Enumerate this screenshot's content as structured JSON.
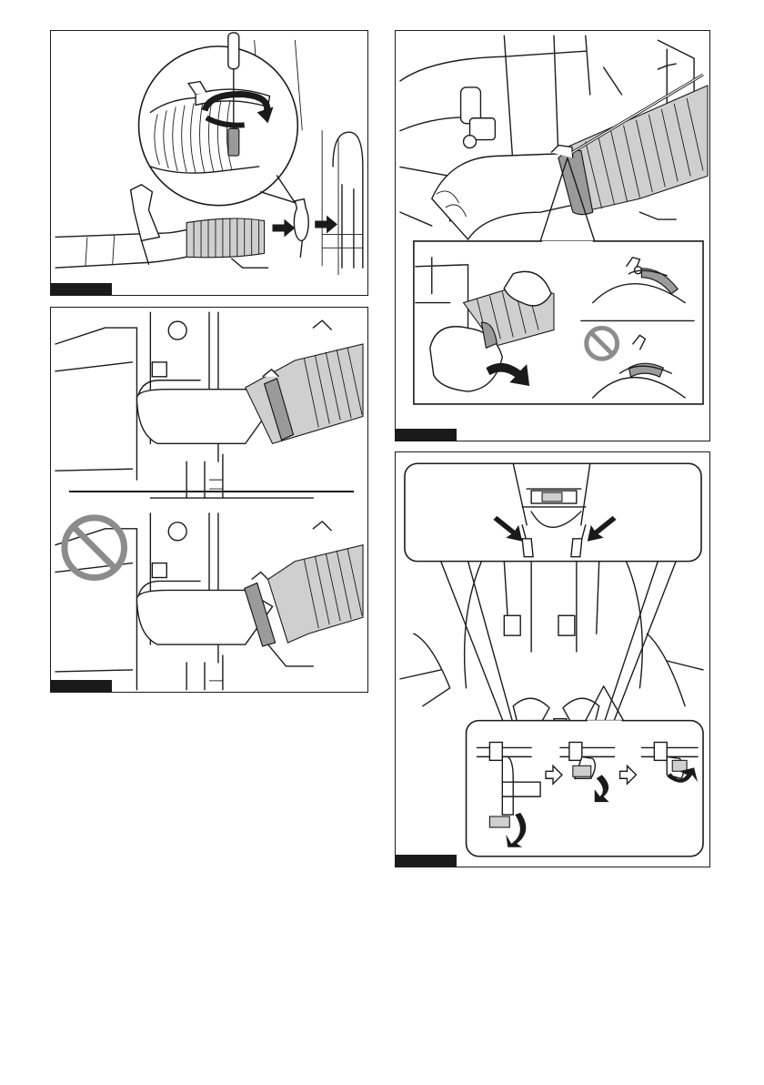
{
  "figures": [
    {
      "id": "fig-hose-clamp-attach",
      "label": ""
    },
    {
      "id": "fig-clamp-position",
      "label": ""
    },
    {
      "id": "fig-clamp-cable",
      "label": ""
    },
    {
      "id": "fig-chest-belt",
      "label": ""
    }
  ],
  "colors": {
    "ink": "#1a1a1a",
    "shade": "#9a9a9a",
    "prohibit": "#8c8c8c"
  },
  "icons": [
    "screwdriver-icon",
    "rotate-arrow-icon",
    "push-arrow-icon",
    "prohibited-icon",
    "buckle-icon",
    "fold-arrow-icon"
  ]
}
